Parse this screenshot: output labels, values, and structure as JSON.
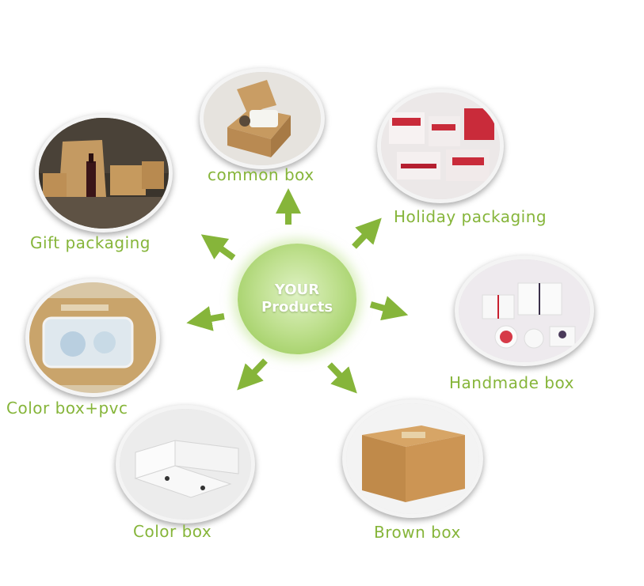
{
  "center": {
    "line1": "YOUR",
    "line2": "Products"
  },
  "categories": [
    {
      "id": "common",
      "label": "common box"
    },
    {
      "id": "holiday",
      "label": "Holiday packaging"
    },
    {
      "id": "handmade",
      "label": "Handmade box"
    },
    {
      "id": "brown",
      "label": "Brown box"
    },
    {
      "id": "color",
      "label": "Color box"
    },
    {
      "id": "colorpvc",
      "label": "Color box+pvc"
    },
    {
      "id": "gift",
      "label": "Gift packaging"
    }
  ],
  "colors": {
    "accent": "#86b53a",
    "arrow": "#86b53a",
    "hub": "#b8dc86"
  }
}
